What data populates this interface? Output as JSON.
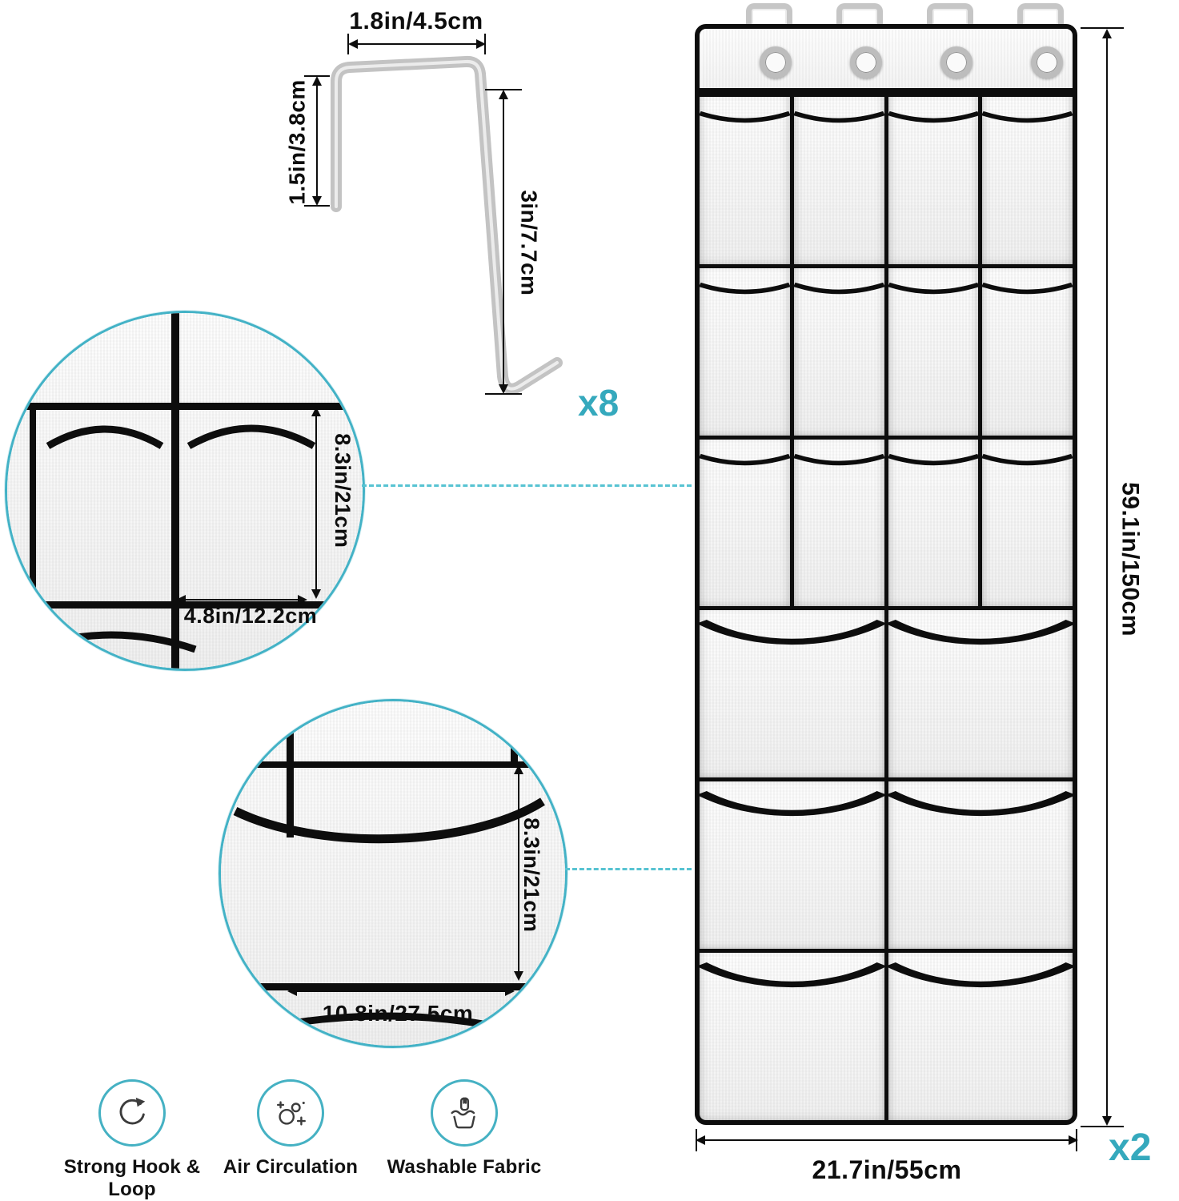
{
  "accent_color": "#35a9bd",
  "hook": {
    "count_badge": "x8",
    "width_label": "1.8in/4.5cm",
    "depth_label": "1.5in/3.8cm",
    "height_label": "3in/7.7cm"
  },
  "organizer": {
    "count_badge": "x2",
    "height_label": "59.1in/150cm",
    "width_label": "21.7in/55cm",
    "hook_count": 4,
    "grommet_count": 4,
    "pocket_rows": [
      {
        "size": "small",
        "cols": 4
      },
      {
        "size": "small",
        "cols": 4
      },
      {
        "size": "small",
        "cols": 4
      },
      {
        "size": "large",
        "cols": 2
      },
      {
        "size": "large",
        "cols": 2
      },
      {
        "size": "large",
        "cols": 2
      }
    ]
  },
  "detail_small_pocket": {
    "height_label": "8.3in/21cm",
    "width_label": "4.8in/12.2cm"
  },
  "detail_large_pocket": {
    "height_label": "8.3in/21cm",
    "width_label": "10.8in/27.5cm"
  },
  "features": [
    {
      "icon": "rotate-arrow-icon",
      "label": "Strong Hook & Loop"
    },
    {
      "icon": "air-bubbles-icon",
      "label": "Air Circulation"
    },
    {
      "icon": "hand-wash-icon",
      "label": "Washable Fabric"
    }
  ]
}
